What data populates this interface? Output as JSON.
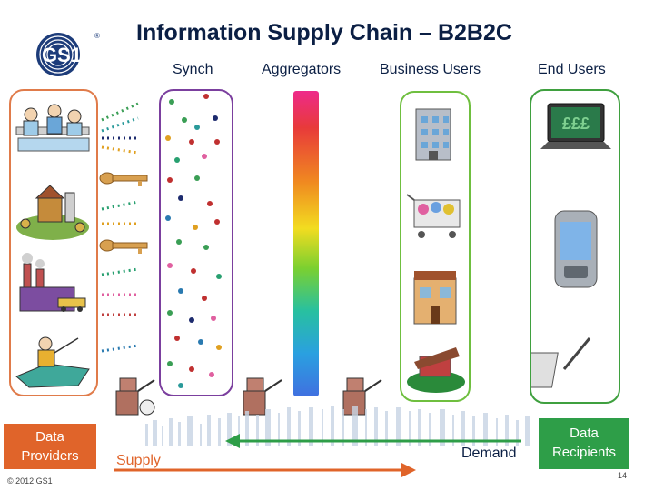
{
  "title": "Information Supply Chain – B2B2C",
  "columns": {
    "synch": "Synch",
    "aggregators": "Aggregators",
    "business_users": "Business Users",
    "end_users": "End Users"
  },
  "logo": {
    "text": "GS1",
    "registered": "®"
  },
  "data_providers": {
    "line1": "Data",
    "line2": "Providers"
  },
  "data_recipients": {
    "line1": "Data",
    "line2": "Recipients"
  },
  "supply_label": "Supply",
  "demand_label": "Demand",
  "copyright": "© 2012 GS1",
  "page_number": "14",
  "end_user_screen": "£££",
  "colors": {
    "providers_border": "#e07b4a",
    "synch_border": "#7b3f9e",
    "business_border": "#6fbf3f",
    "end_users_border": "#3fa03f",
    "providers_label_bg": "#e0642a",
    "recipients_label_bg": "#2e9e48",
    "supply_arrow": "#e0642a",
    "demand_arrow": "#2e9e48"
  }
}
